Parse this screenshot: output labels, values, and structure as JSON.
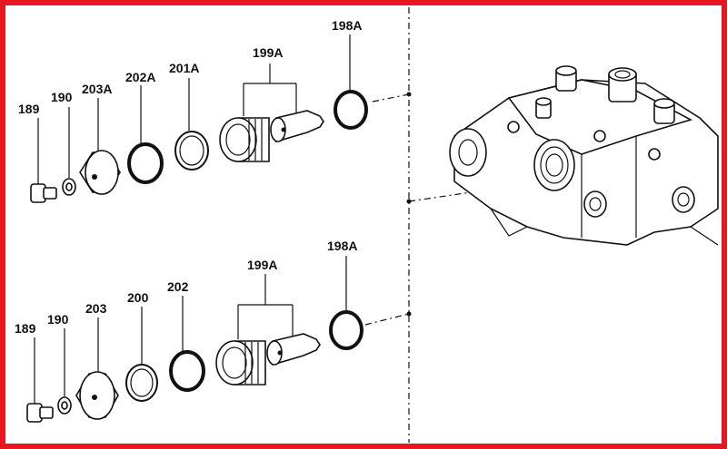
{
  "colors": {
    "frame": "#e8171f",
    "ink": "#111111",
    "paper": "#ffffff"
  },
  "top_assembly": {
    "labels": {
      "p189": "189",
      "p190": "190",
      "p203a": "203A",
      "p202a": "202A",
      "p201a": "201A",
      "p199a": "199A",
      "p198a": "198A"
    }
  },
  "bottom_assembly": {
    "labels": {
      "p189": "189",
      "p190": "190",
      "p203": "203",
      "p200": "200",
      "p202": "202",
      "p199a": "199A",
      "p198a": "198A"
    }
  }
}
